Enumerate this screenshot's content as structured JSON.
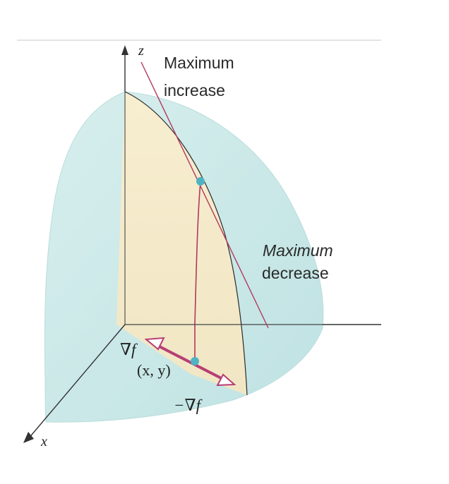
{
  "labels": {
    "z_axis": "z",
    "x_axis": "x",
    "max_increase_line1": "Maximum",
    "max_increase_line2": "increase",
    "max_decrease_line1": "Maximum",
    "max_decrease_line2": "decrease",
    "gradient": "∇f",
    "point": "(x, y)",
    "neg_gradient": "−∇f"
  },
  "colors": {
    "surface": "#cfeae9",
    "surface_edge": "#c6e4e2",
    "slice": "#f5ebcc",
    "curve": "#b2395e",
    "tangent_line": "#b2395e",
    "axis": "#333333",
    "point": "#4fb3c4",
    "arrow": "#b63f74",
    "top_rule": "#dcdcdc"
  }
}
